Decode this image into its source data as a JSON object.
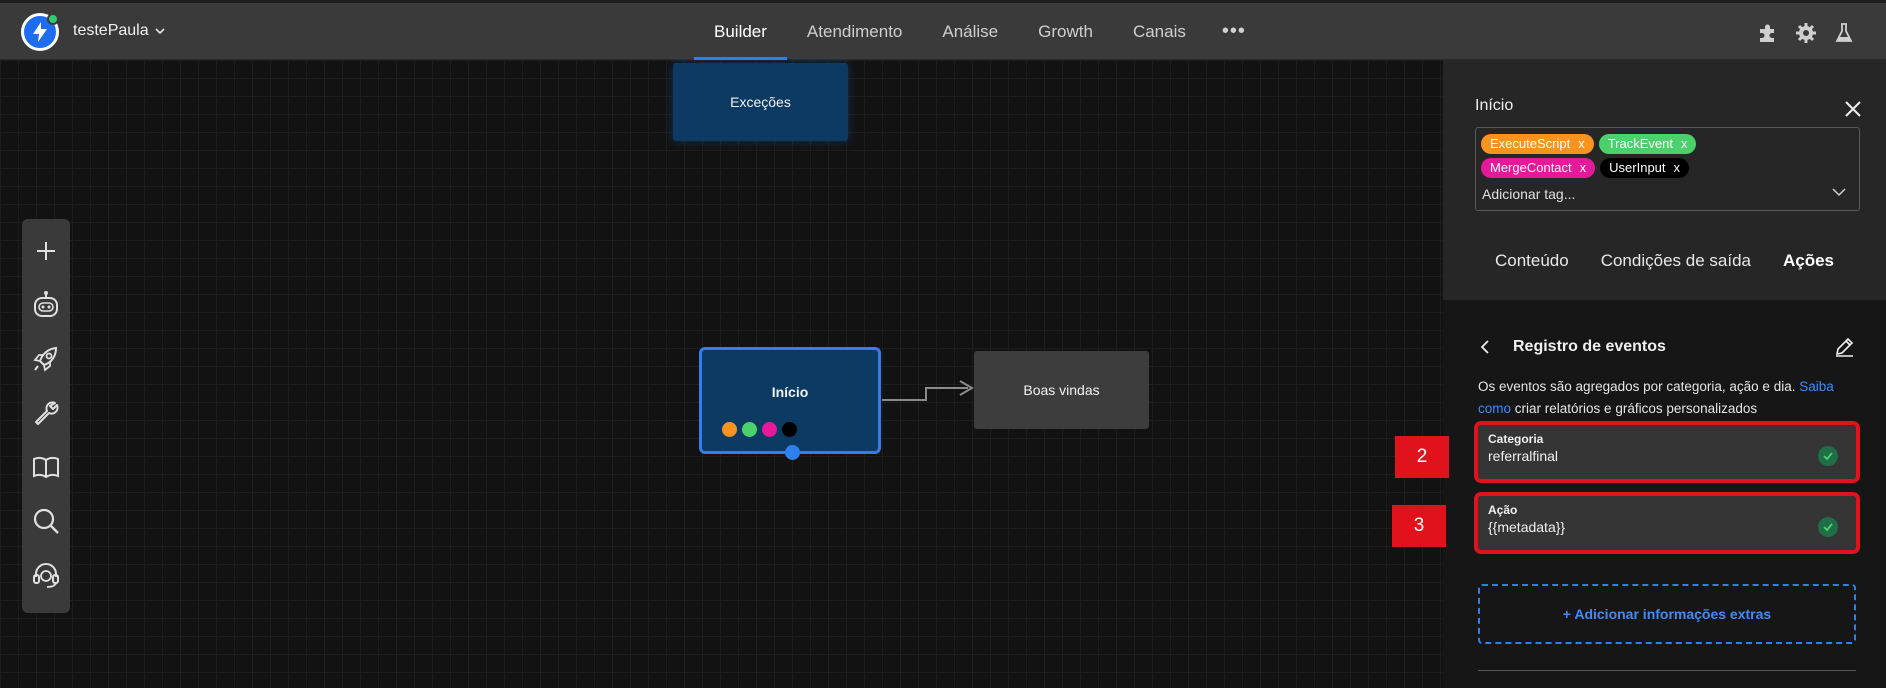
{
  "topbar": {
    "workspace_name": "testePaula",
    "nav": [
      "Builder",
      "Atendimento",
      "Análise",
      "Growth",
      "Canais"
    ],
    "active_nav": "Builder",
    "more_label": "•••",
    "icons": [
      "puzzle-icon",
      "gear-icon",
      "flask-icon"
    ]
  },
  "canvas": {
    "toolbar_icons": [
      "plus-icon",
      "bot-icon",
      "rocket-icon",
      "wrench-icon",
      "book-icon",
      "search-icon",
      "headset-icon"
    ],
    "nodes": {
      "excecoes": "Exceções",
      "inicio": "Início",
      "boas_vindas": "Boas vindas"
    },
    "inicio_tag_colors": [
      "#f7931e",
      "#4cd06b",
      "#e5199a",
      "#000000"
    ]
  },
  "panel": {
    "title": "Início",
    "tags": [
      {
        "label": "ExecuteScript",
        "color": "#f7931e"
      },
      {
        "label": "TrackEvent",
        "color": "#4cd06b"
      },
      {
        "label": "MergeContact",
        "color": "#e5199a"
      },
      {
        "label": "UserInput",
        "color": "#000000"
      }
    ],
    "tag_remove": "x",
    "tag_placeholder": "Adicionar tag...",
    "tabs": [
      "Conteúdo",
      "Condições de saída",
      "Ações"
    ],
    "active_tab": "Ações",
    "section_title": "Registro de eventos",
    "description_before": "Os eventos são agregados por categoria, ação e dia.",
    "description_link": "Saiba como",
    "description_after": "criar relatórios e gráficos personalizados",
    "fields": [
      {
        "label": "Categoria",
        "value": "referralfinal"
      },
      {
        "label": "Ação",
        "value": "{{metadata}}"
      }
    ],
    "add_extra_label": "+ Adicionar informações extras"
  },
  "markers": [
    "2",
    "3"
  ],
  "colors": {
    "accent": "#2f80ed",
    "highlight": "#e0121b",
    "node_blue": "#0c3a63"
  }
}
